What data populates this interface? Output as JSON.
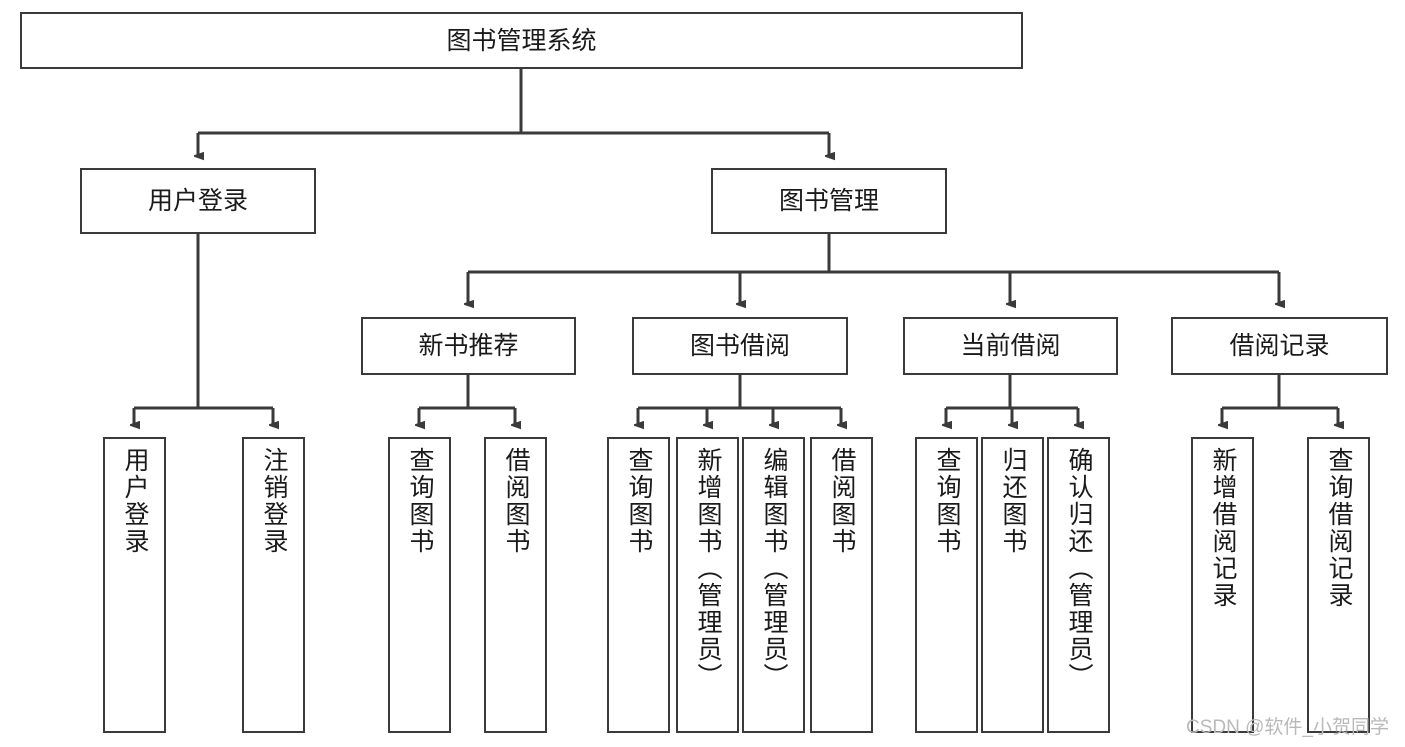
{
  "diagram": {
    "title": "图书管理系统",
    "watermark": "CSDN @软件_小贺同学",
    "colors": {
      "box_border": "#3a3a3a",
      "box_fill": "#ffffff",
      "edge": "#3a3a3a",
      "text": "#1a1a1a",
      "watermark": "#b9b9b9",
      "background": "#ffffff"
    },
    "nodes": {
      "root": {
        "label": "图书管理系统",
        "orientation": "horizontal",
        "level": 1
      },
      "user_login": {
        "label": "用户登录",
        "orientation": "horizontal",
        "level": 2
      },
      "book_manage": {
        "label": "图书管理",
        "orientation": "horizontal",
        "level": 2
      },
      "new_book_rec": {
        "label": "新书推荐",
        "orientation": "horizontal",
        "level": 3
      },
      "book_borrow": {
        "label": "图书借阅",
        "orientation": "horizontal",
        "level": 3
      },
      "current_borrow": {
        "label": "当前借阅",
        "orientation": "horizontal",
        "level": 3
      },
      "borrow_record": {
        "label": "借阅记录",
        "orientation": "horizontal",
        "level": 3
      },
      "leaf_user_login": {
        "label": "用户登录",
        "orientation": "vertical",
        "level": 4
      },
      "leaf_logout": {
        "label": "注销登录",
        "orientation": "vertical",
        "level": 4
      },
      "leaf_query_book_rec": {
        "label": "查询图书",
        "orientation": "vertical",
        "level": 4
      },
      "leaf_borrow_book_rec": {
        "label": "借阅图书",
        "orientation": "vertical",
        "level": 4
      },
      "leaf_query_book_borrow": {
        "label": "查询图书",
        "orientation": "vertical",
        "level": 4
      },
      "leaf_add_book": {
        "label": "新增图书（管理员）",
        "orientation": "vertical",
        "level": 4
      },
      "leaf_edit_book": {
        "label": "编辑图书（管理员）",
        "orientation": "vertical",
        "level": 4
      },
      "leaf_borrow_book": {
        "label": "借阅图书",
        "orientation": "vertical",
        "level": 4
      },
      "leaf_query_book_current": {
        "label": "查询图书",
        "orientation": "vertical",
        "level": 4
      },
      "leaf_return_book": {
        "label": "归还图书",
        "orientation": "vertical",
        "level": 4
      },
      "leaf_confirm_return": {
        "label": "确认归还（管理员）",
        "orientation": "vertical",
        "level": 4
      },
      "leaf_add_record": {
        "label": "新增借阅记录",
        "orientation": "vertical",
        "level": 4
      },
      "leaf_query_record": {
        "label": "查询借阅记录",
        "orientation": "vertical",
        "level": 4
      }
    },
    "edges": [
      {
        "from": "root",
        "to": "user_login"
      },
      {
        "from": "root",
        "to": "book_manage"
      },
      {
        "from": "user_login",
        "to": "leaf_user_login"
      },
      {
        "from": "user_login",
        "to": "leaf_logout"
      },
      {
        "from": "book_manage",
        "to": "new_book_rec"
      },
      {
        "from": "book_manage",
        "to": "book_borrow"
      },
      {
        "from": "book_manage",
        "to": "current_borrow"
      },
      {
        "from": "book_manage",
        "to": "borrow_record"
      },
      {
        "from": "new_book_rec",
        "to": "leaf_query_book_rec"
      },
      {
        "from": "new_book_rec",
        "to": "leaf_borrow_book_rec"
      },
      {
        "from": "book_borrow",
        "to": "leaf_query_book_borrow"
      },
      {
        "from": "book_borrow",
        "to": "leaf_add_book"
      },
      {
        "from": "book_borrow",
        "to": "leaf_edit_book"
      },
      {
        "from": "book_borrow",
        "to": "leaf_borrow_book"
      },
      {
        "from": "current_borrow",
        "to": "leaf_query_book_current"
      },
      {
        "from": "current_borrow",
        "to": "leaf_return_book"
      },
      {
        "from": "current_borrow",
        "to": "leaf_confirm_return"
      },
      {
        "from": "borrow_record",
        "to": "leaf_add_record"
      },
      {
        "from": "borrow_record",
        "to": "leaf_query_record"
      }
    ]
  }
}
